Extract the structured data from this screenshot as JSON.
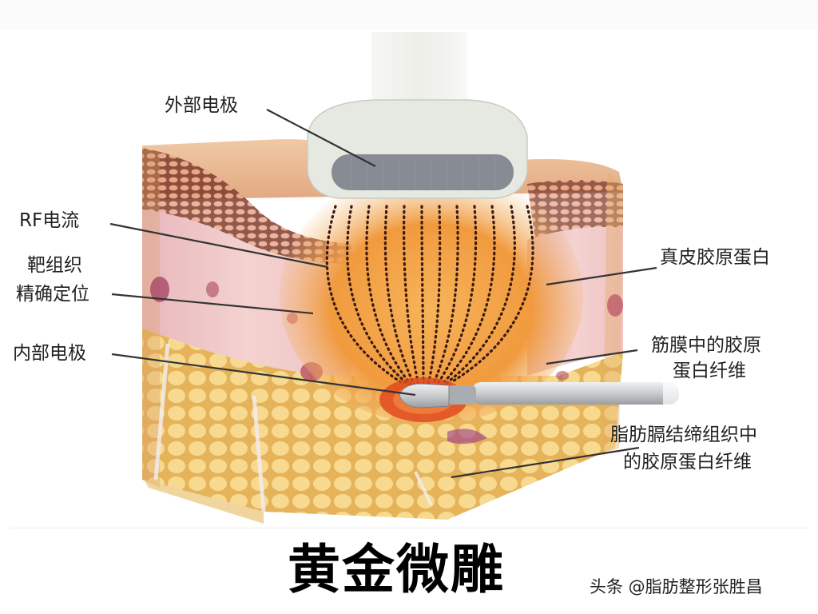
{
  "diagram": {
    "title": "黄金微雕",
    "watermark": "头条 @脂肪整形张胜昌",
    "labels": {
      "external_electrode": "外部电极",
      "rf_current": "RF电流",
      "target_tissue_line1": "靶组织",
      "target_tissue_line2": "精确定位",
      "internal_electrode": "内部电极",
      "dermal_collagen": "真皮胶原蛋白",
      "fascia_collagen_line1": "筋膜中的胶原",
      "fascia_collagen_line2": "蛋白纤维",
      "fat_septa_collagen_line1": "脂肪膈结缔组织中",
      "fat_septa_collagen_line2": "的胶原蛋白纤维"
    },
    "colors": {
      "epidermis": "#e9b38c",
      "dermis": "#f0c6c4",
      "rf_zone": "#f2a24a",
      "fat": "#f3cc74",
      "electrode_plate": "#8a8f98",
      "handpiece": "#e9ece6",
      "leader_line": "#333333"
    }
  }
}
